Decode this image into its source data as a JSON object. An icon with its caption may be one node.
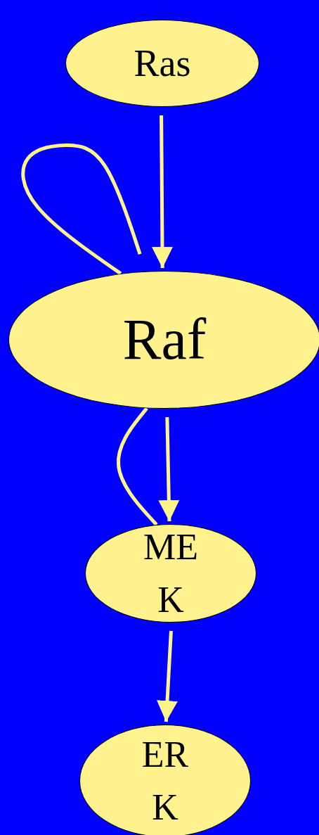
{
  "diagram": {
    "nodes": [
      {
        "text": [
          "Ras"
        ]
      },
      {
        "text": [
          "Raf"
        ]
      },
      {
        "text": [
          "MEK"
        ]
      },
      {
        "text": [
          "ERK"
        ]
      }
    ],
    "edges": [
      {
        "from": 0,
        "to": 1,
        "arrow": "to"
      },
      {
        "from": 1,
        "to": 1,
        "arrow": "none"
      },
      {
        "from": 1,
        "to": 2,
        "arrow": "none"
      },
      {
        "from": 1,
        "to": 2,
        "arrow": "to"
      },
      {
        "from": 2,
        "to": 3,
        "arrow": "to"
      }
    ]
  }
}
